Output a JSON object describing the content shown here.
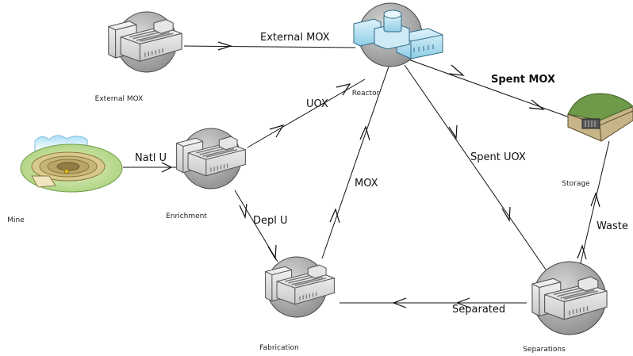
{
  "diagram": {
    "nodes": [
      {
        "id": "external-mox",
        "label": "External MOX",
        "icon": "facility-icon"
      },
      {
        "id": "reactor",
        "label": "Reactor",
        "icon": "reactor-icon"
      },
      {
        "id": "mine",
        "label": "Mine",
        "icon": "mine-icon"
      },
      {
        "id": "enrichment",
        "label": "Enrichment",
        "icon": "facility-icon"
      },
      {
        "id": "storage",
        "label": "Storage",
        "icon": "storage-icon"
      },
      {
        "id": "fabrication",
        "label": "Fabrication",
        "icon": "facility-icon"
      },
      {
        "id": "separations",
        "label": "Separations",
        "icon": "facility-icon"
      }
    ],
    "edges": [
      {
        "from": "external-mox",
        "to": "reactor",
        "label": "External MOX"
      },
      {
        "from": "enrichment",
        "to": "reactor",
        "label": "UOX"
      },
      {
        "from": "mine",
        "to": "enrichment",
        "label": "Natl U"
      },
      {
        "from": "reactor",
        "to": "storage",
        "label": "Spent MOX"
      },
      {
        "from": "reactor",
        "to": "separations",
        "label": "Spent UOX"
      },
      {
        "from": "fabrication",
        "to": "reactor",
        "label": "MOX"
      },
      {
        "from": "enrichment",
        "to": "fabrication",
        "label": "Depl U"
      },
      {
        "from": "separations",
        "to": "storage",
        "label": "Waste"
      },
      {
        "from": "separations",
        "to": "fabrication",
        "label": "Separated"
      }
    ]
  }
}
